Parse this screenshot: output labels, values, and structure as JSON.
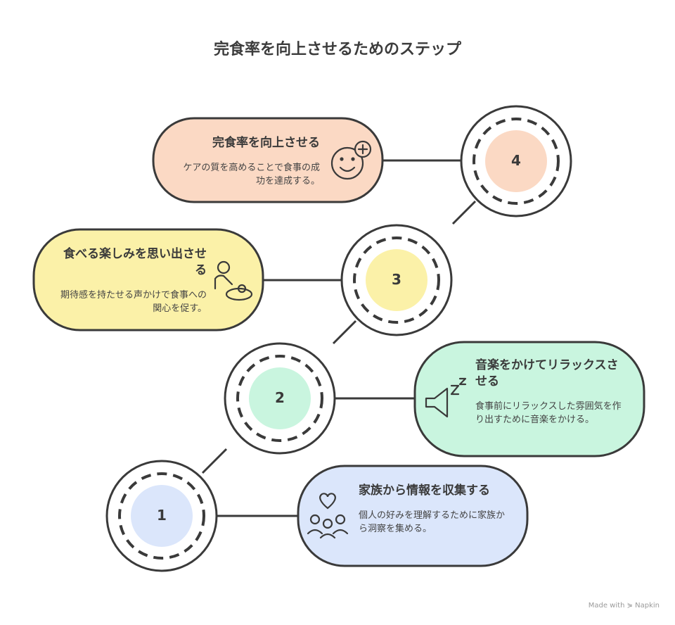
{
  "title": "完食率を向上させるためのステップ",
  "colors": {
    "step1": "#dbe6fb",
    "step2": "#c9f5df",
    "step3": "#fbf1a8",
    "step4": "#fbd9c4",
    "stroke": "#3a3a3a"
  },
  "steps": [
    {
      "number": "1",
      "title": "家族から情報を収集する",
      "description": "個人の好みを理解するために家族から洞察を集める。",
      "icon": "family-heart-icon"
    },
    {
      "number": "2",
      "title": "音楽をかけてリラックスさせる",
      "description": "食事前にリラックスした雰囲気を作り出すために音楽をかける。",
      "icon": "speaker-zz-icon"
    },
    {
      "number": "3",
      "title": "食べる楽しみを思い出させる",
      "description": "期待感を持たせる声かけで食事への関心を促す。",
      "icon": "caregiver-icon"
    },
    {
      "number": "4",
      "title": "完食率を向上させる",
      "description": "ケアの質を高めることで食事の成功を達成する。",
      "icon": "smiley-plus-icon"
    }
  ],
  "footer": "Made with ⋟ Napkin"
}
